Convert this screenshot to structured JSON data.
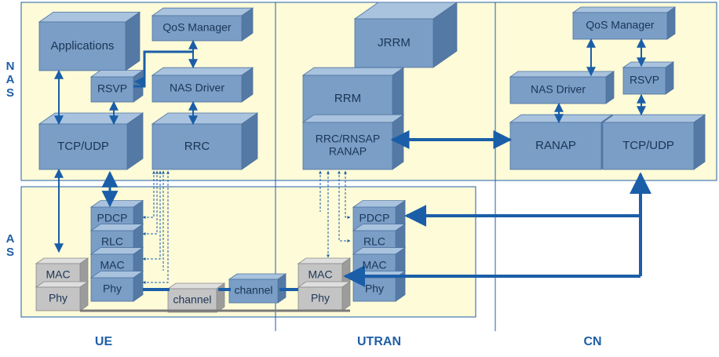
{
  "side_labels": {
    "nas": "N A S",
    "as": "A S"
  },
  "columns": {
    "ue": "UE",
    "utran": "UTRAN",
    "cn": "CN"
  },
  "ue": {
    "applications": "Applications",
    "qos_manager": "QoS Manager",
    "rsvp": "RSVP",
    "nas_driver": "NAS Driver",
    "tcp_udp": "TCP/UDP",
    "rrc": "RRC",
    "pdcp": "PDCP",
    "rlc": "RLC",
    "mac_l2": "MAC",
    "phy_l1": "Phy",
    "mac_grey": "MAC",
    "phy_grey": "Phy"
  },
  "channels": {
    "grey": "channel",
    "blue": "channel"
  },
  "utran": {
    "jrrm": "JRRM",
    "rrm": "RRM",
    "rrc_rnsap_line1": "RRC/RNSAP",
    "rrc_rnsap_line2": "RANAP",
    "mac_grey": "MAC",
    "phy_grey": "Phy",
    "pdcp": "PDCP",
    "rlc": "RLC",
    "mac": "MAC",
    "phy": "Phy"
  },
  "cn": {
    "qos_manager": "QoS Manager",
    "nas_driver": "NAS Driver",
    "rsvp": "RSVP",
    "ranap": "RANAP",
    "tcp_udp": "TCP/UDP"
  },
  "colors": {
    "panel_fill": "#fefbd8",
    "panel_border": "#1f5fa6",
    "box_front": "#7a9ec6",
    "box_top": "#a9c3df",
    "box_side": "#5479a4",
    "grey_front": "#c4c4c4",
    "grey_top": "#dedede",
    "grey_side": "#9c9c9c",
    "arrow": "#1a5ea8",
    "text": "#1b3556"
  }
}
